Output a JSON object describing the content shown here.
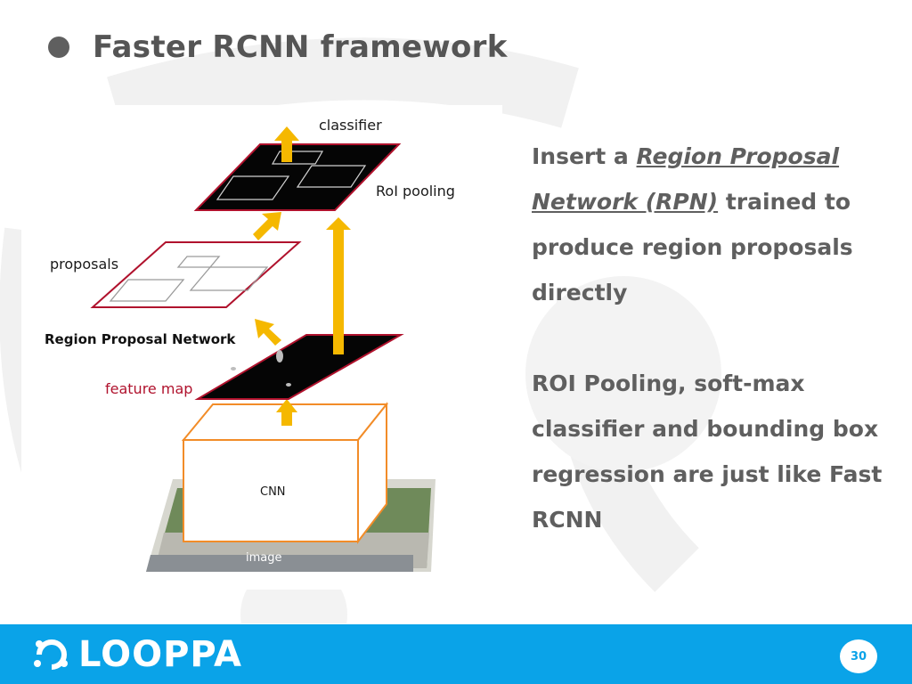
{
  "slide": {
    "title": "Faster RCNN framework",
    "page_number": "30"
  },
  "figure": {
    "labels": {
      "classifier": "classifier",
      "roi_pooling": "RoI pooling",
      "proposals": "proposals",
      "rpn": "Region Proposal Network",
      "feature_map": "feature map",
      "cnn": "CNN",
      "image": "image"
    },
    "colors": {
      "arrow": "#f5b800",
      "feature_border": "#b0122d",
      "cnn_border": "#f28c28",
      "feature_label": "#b0122d"
    }
  },
  "body": {
    "p1_pre": "Insert a ",
    "p1_link": "Region Proposal Network (RPN)",
    "p1_post": " trained to produce region proposals directly",
    "p2": "ROI Pooling, soft-max classifier and bounding box regression are just like Fast RCNN"
  },
  "footer": {
    "logo_text": "LOOPPA",
    "brand_color": "#0aa3e8"
  }
}
